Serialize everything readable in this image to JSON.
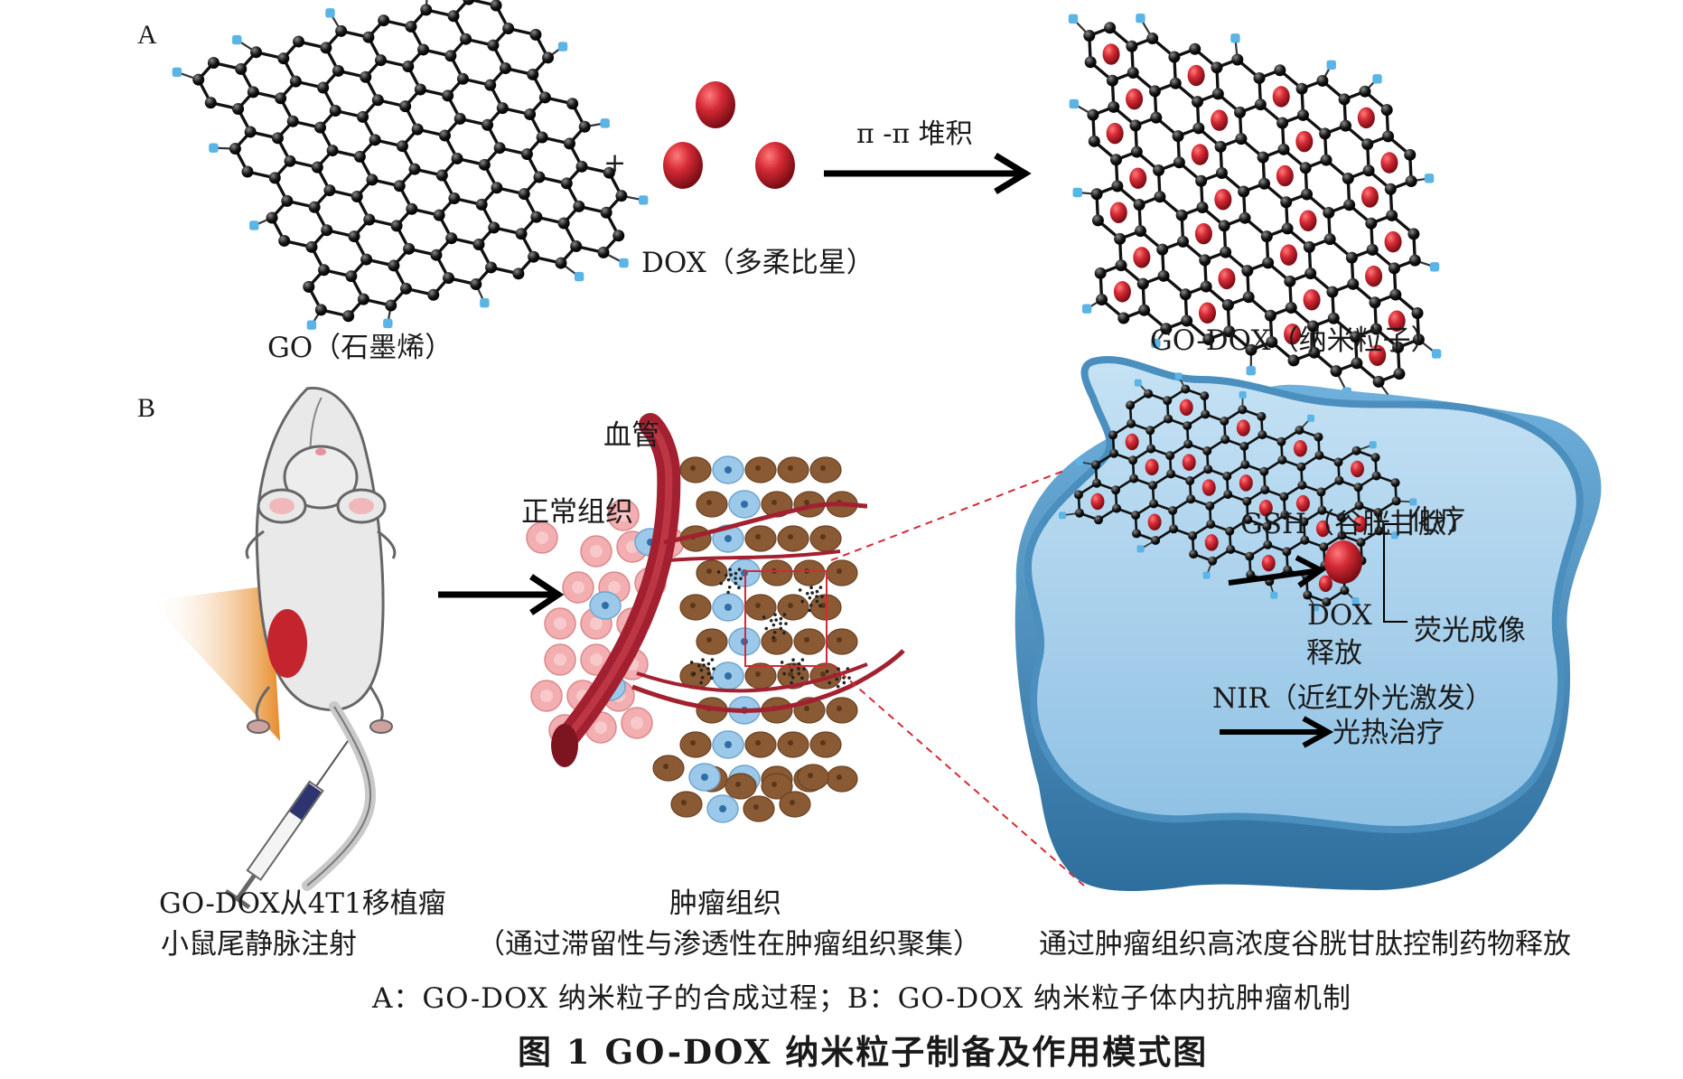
{
  "figure": {
    "panel_a": "A",
    "panel_b": "B",
    "go_label": "GO（石墨烯）",
    "plus": "+",
    "dox_label": "DOX（多柔比星）",
    "stack_label": "π -π  堆积",
    "godox_label": "GO-DOX（纳米粒子）",
    "vessel_label": "血管",
    "normal_label": "正常组织",
    "gsh_label": "GSH（谷胱甘肽）",
    "chemo_label": "化疗",
    "dox_release_1": "DOX",
    "dox_release_2": "释放",
    "fluor_label": "荧光成像",
    "nir_label": "NIR（近红外光激发）",
    "ptt_label": "光热治疗",
    "mouse_caption_1": "GO-DOX从4T1移植瘤",
    "mouse_caption_2": "小鼠尾静脉注射",
    "tumor_caption_1": "肿瘤组织",
    "tumor_caption_2": "（通过滞留性与渗透性在肿瘤组织聚集）",
    "release_caption": "通过肿瘤组织高浓度谷胱甘肽控制药物释放",
    "caption": "A：GO-DOX 纳米粒子的合成过程；B：GO-DOX 纳米粒子体内抗肿瘤机制",
    "title": "图 1    GO-DOX 纳米粒子制备及作用模式图"
  },
  "colors": {
    "carbon": "#111111",
    "hydrogen": "#5ab4e6",
    "dox": "#c8202c",
    "vessel": "#a32030",
    "tumor_cell": "#8a5a34",
    "blue_cell": "#9cc9ea",
    "normal_cell": "#f2aeb0",
    "zoom_fill": "#aed3ec",
    "zoom_edge": "#4a8fbe"
  },
  "icons": [
    "mouse-icon",
    "syringe-icon",
    "arrow-icon",
    "dox-molecule-icon",
    "graphene-sheet-icon"
  ]
}
